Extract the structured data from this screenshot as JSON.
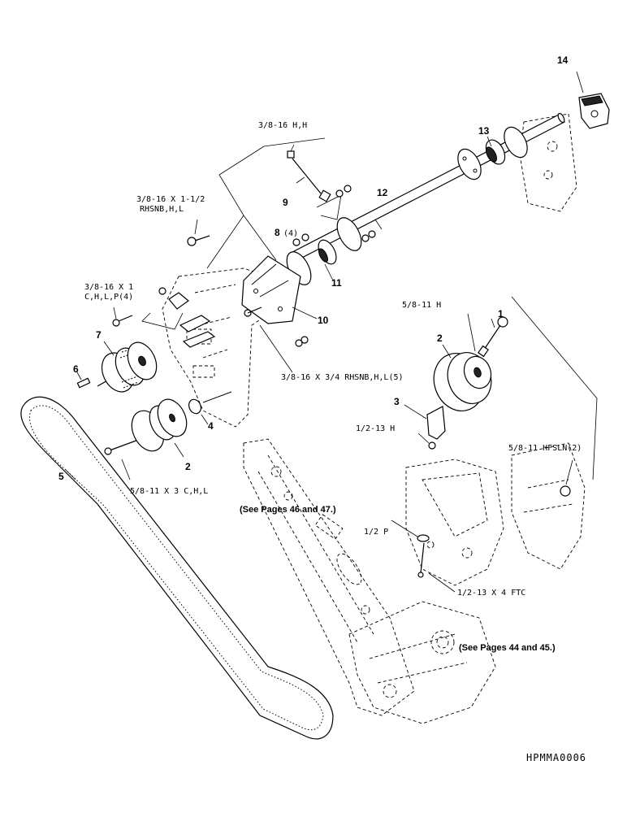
{
  "diagram_code": "HPMMA0006",
  "part_numbers": {
    "p1": "1",
    "p2a": "2",
    "p2b": "2",
    "p3": "3",
    "p4": "4",
    "p5": "5",
    "p6": "6",
    "p7": "7",
    "p8": "8",
    "p8_qty": "(4)",
    "p9": "9",
    "p10": "10",
    "p11": "11",
    "p12": "12",
    "p13": "13",
    "p14": "14"
  },
  "hardware_labels": {
    "h1": "3/8-16 H,H",
    "h2_line1": "3/8-16 X 1-1/2",
    "h2_line2": "RHSNB,H,L",
    "h3_line1": "3/8-16 X 1",
    "h3_line2": "C,H,L,P(4)",
    "h4": "3/8-16 X 3/4 RHSNB,H,L(5)",
    "h5": "5/8-11 H",
    "h6": "5/8-11 X 3 C,H,L",
    "h7": "1/2-13 H",
    "h8": "5/8-11 HFSLN(2)",
    "h9": "1/2 P",
    "h10": "1/2-13 X 4 FTC"
  },
  "references": {
    "see_46_47": "(See Pages 46 and 47.)",
    "see_44_45": "(See Pages 44 and 45.)"
  }
}
